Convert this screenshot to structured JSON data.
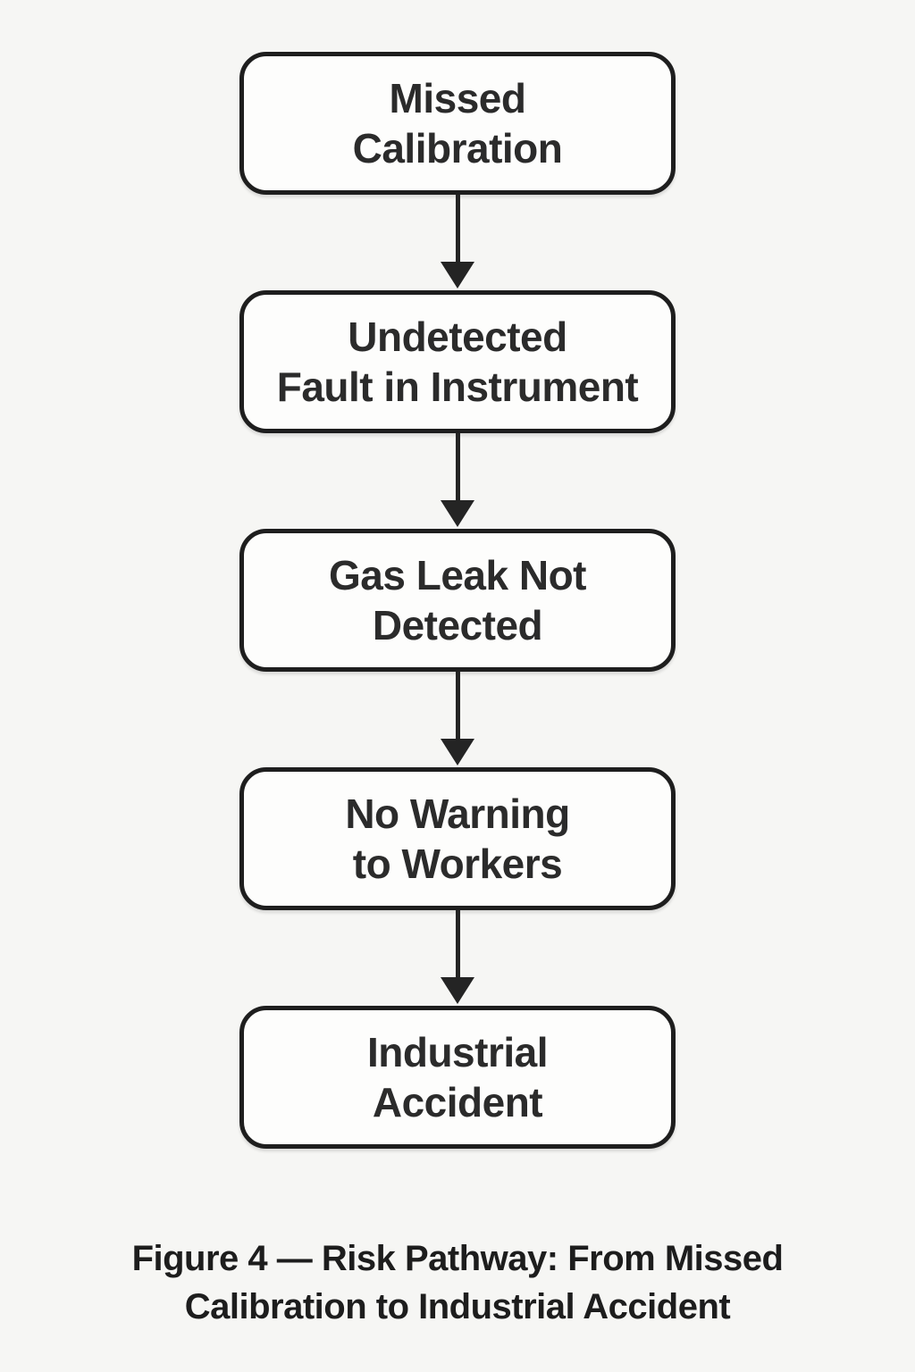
{
  "diagram": {
    "type": "flowchart",
    "direction": "top-down",
    "colors": {
      "background": "#f6f6f4",
      "node_fill": "#fdfdfc",
      "node_border": "#1e1e1e",
      "text": "#2b2b2b",
      "arrow": "#242424"
    }
  },
  "nodes": [
    {
      "id": "missed-calibration",
      "line1": "Missed",
      "line2": "Calibration"
    },
    {
      "id": "undetected-fault",
      "line1": "Undetected",
      "line2": "Fault in Instrument"
    },
    {
      "id": "gas-leak-not-detected",
      "line1": "Gas Leak Not",
      "line2": "Detected"
    },
    {
      "id": "no-warning-to-workers",
      "line1": "No Warning",
      "line2": "to Workers"
    },
    {
      "id": "industrial-accident",
      "line1": "Industrial",
      "line2": "Accident"
    }
  ],
  "edges": [
    {
      "from": "missed-calibration",
      "to": "undetected-fault"
    },
    {
      "from": "undetected-fault",
      "to": "gas-leak-not-detected"
    },
    {
      "from": "gas-leak-not-detected",
      "to": "no-warning-to-workers"
    },
    {
      "from": "no-warning-to-workers",
      "to": "industrial-accident"
    }
  ],
  "caption": {
    "line1": "Figure 4 — Risk Pathway: From Missed",
    "line2": "Calibration to Industrial Accident"
  }
}
